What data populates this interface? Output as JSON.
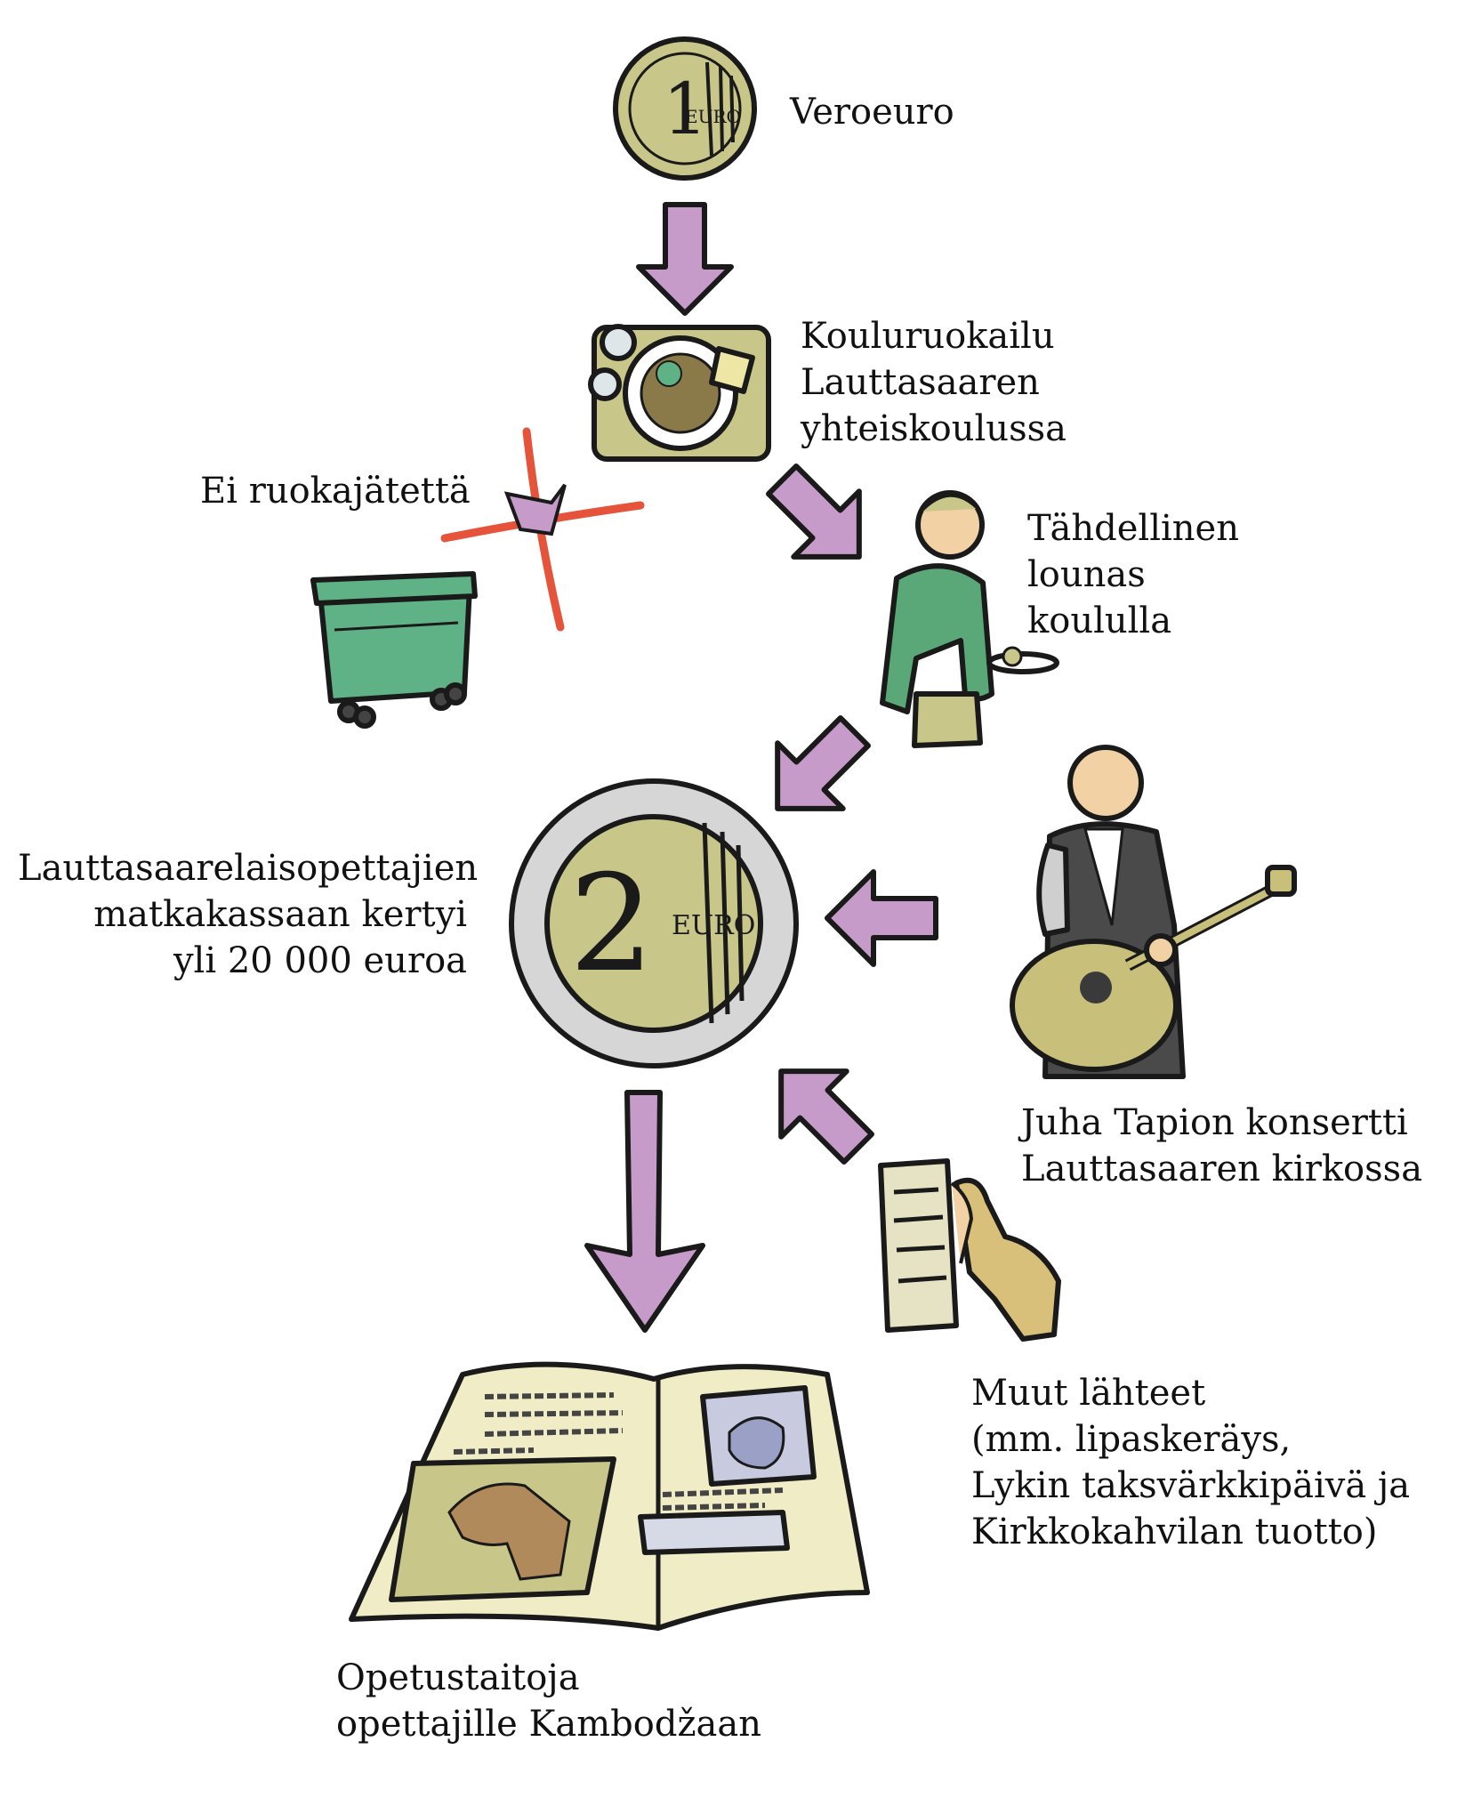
{
  "labels": {
    "veroeuro": "Veroeuro",
    "kouluruokailu": [
      "Kouluruokailu",
      "Lauttasaaren",
      "yhteiskoulussa"
    ],
    "ruokajate": "Ei ruokajätettä",
    "lounas": [
      "Tähdellinen",
      "lounas",
      "koululla"
    ],
    "kassa": [
      "Lauttasaarelaisopettajien",
      "matkakassaan kertyi",
      "yli 20 000 euroa"
    ],
    "konsertti": [
      "Juha Tapion konsertti",
      "Lauttasaaren kirkossa"
    ],
    "muut": [
      "Muut lähteet",
      "(mm. lipaskeräys,",
      "Lykin taksvärkkipäivä ja",
      "Kirkkokahvilan tuotto)"
    ],
    "opetus": [
      "Opetustaitoja",
      "opettajille Kambodžaan"
    ]
  },
  "coins": {
    "one": {
      "numeral": "1",
      "unit": "EURO"
    },
    "two": {
      "numeral": "2",
      "unit": "EURO"
    }
  },
  "icons": [
    "euro-coin-1-icon",
    "school-lunch-tray-icon",
    "green-waste-bin-icon",
    "red-cross-mark-icon",
    "cook-person-icon",
    "euro-coin-2-icon",
    "guitarist-icon",
    "collection-box-icon",
    "open-book-icon"
  ],
  "colors": {
    "arrow": "#c79bc9",
    "coin_gold": "#c9c68a",
    "coin_silver": "#d6d6d6",
    "bin_green": "#5eb286",
    "cross_red": "#e4533a",
    "jacket_green": "#5aa877",
    "book_page": "#f0ecc6",
    "guitar": "#c8c07a"
  }
}
